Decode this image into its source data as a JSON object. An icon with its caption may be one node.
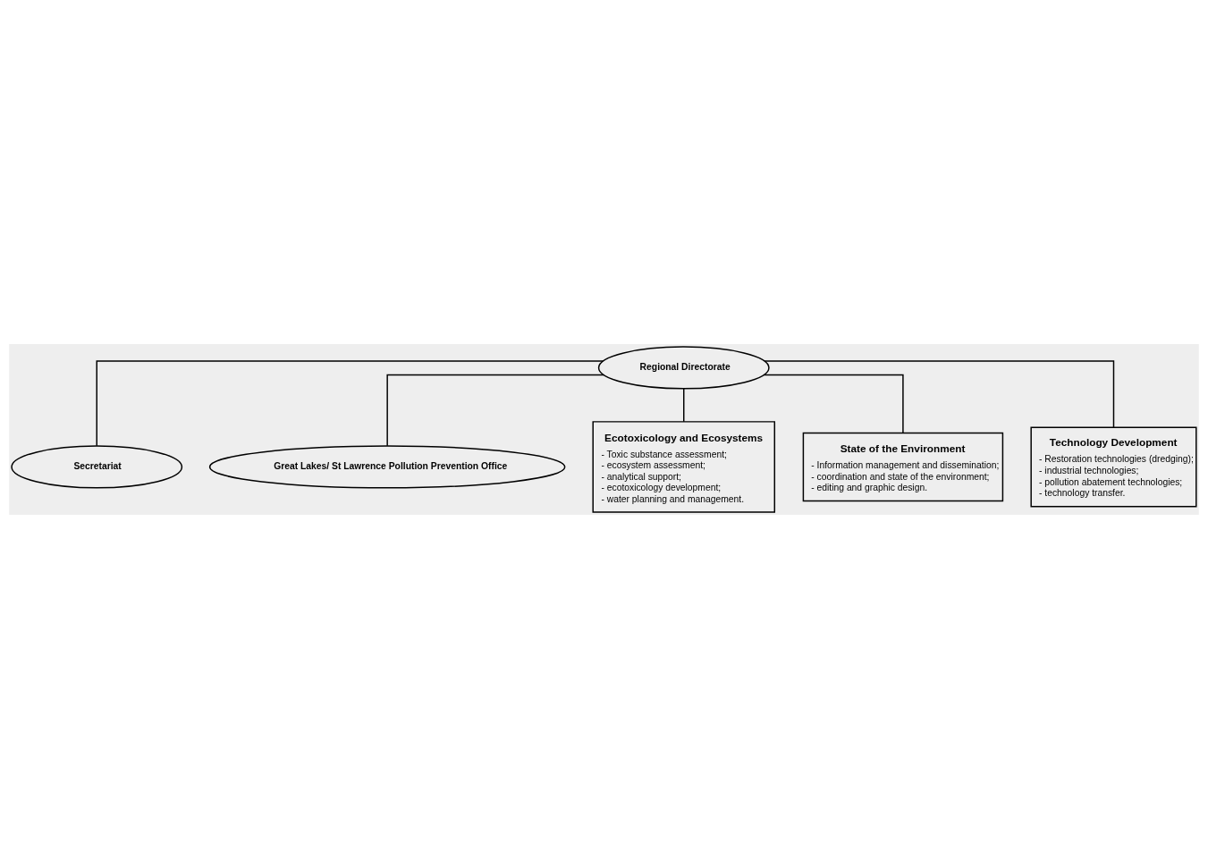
{
  "diagram": {
    "nodes": [
      {
        "text": [
          "Regional Directorate"
        ]
      },
      {
        "text": [
          "Secretariat"
        ]
      },
      {
        "text": [
          "Great Lakes/ St Lawrence Pollution Prevention Office"
        ]
      },
      {
        "text": [
          "Ecotoxicology and Ecosystems",
          "- Toxic substance assessment;",
          "- ecosystem assessment;",
          "- analytical support;",
          "- ecotoxicology development;",
          "- water planning and management."
        ]
      },
      {
        "text": [
          "State of the Environment",
          "- Information management and dissemination;",
          "- coordination and state of the environment;",
          "- editing and graphic design."
        ]
      },
      {
        "text": [
          "Technology Development",
          "- Restoration technologies (dredging);",
          "- industrial technologies;",
          "- pollution abatement technologies;",
          "- technology transfer."
        ]
      }
    ],
    "edges": [
      {
        "from": 0,
        "to": 1,
        "arrow": "none"
      },
      {
        "from": 0,
        "to": 2,
        "arrow": "none"
      },
      {
        "from": 0,
        "to": 3,
        "arrow": "none"
      },
      {
        "from": 0,
        "to": 4,
        "arrow": "none"
      },
      {
        "from": 0,
        "to": 5,
        "arrow": "none"
      }
    ]
  }
}
